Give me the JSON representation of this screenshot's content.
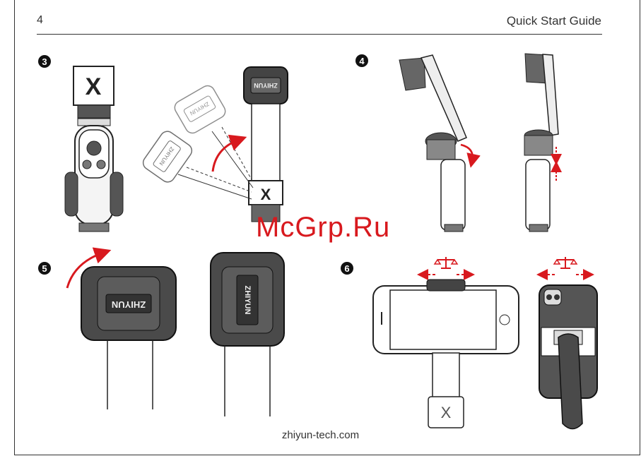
{
  "header": {
    "page_number": "4",
    "title": "Quick Start Guide"
  },
  "steps": [
    {
      "number": "3"
    },
    {
      "number": "4"
    },
    {
      "number": "5"
    },
    {
      "number": "6"
    }
  ],
  "brand": {
    "logo_text": "ZHIYUN",
    "logo_mark": "X"
  },
  "watermark": "McGrp.Ru",
  "footer": {
    "url": "zhiyun-tech.com"
  },
  "colors": {
    "accent": "#d8191e",
    "ink": "#222222"
  },
  "icons": [
    "balance-scale-icon",
    "curved-arrow-icon",
    "double-arrow-icon"
  ]
}
